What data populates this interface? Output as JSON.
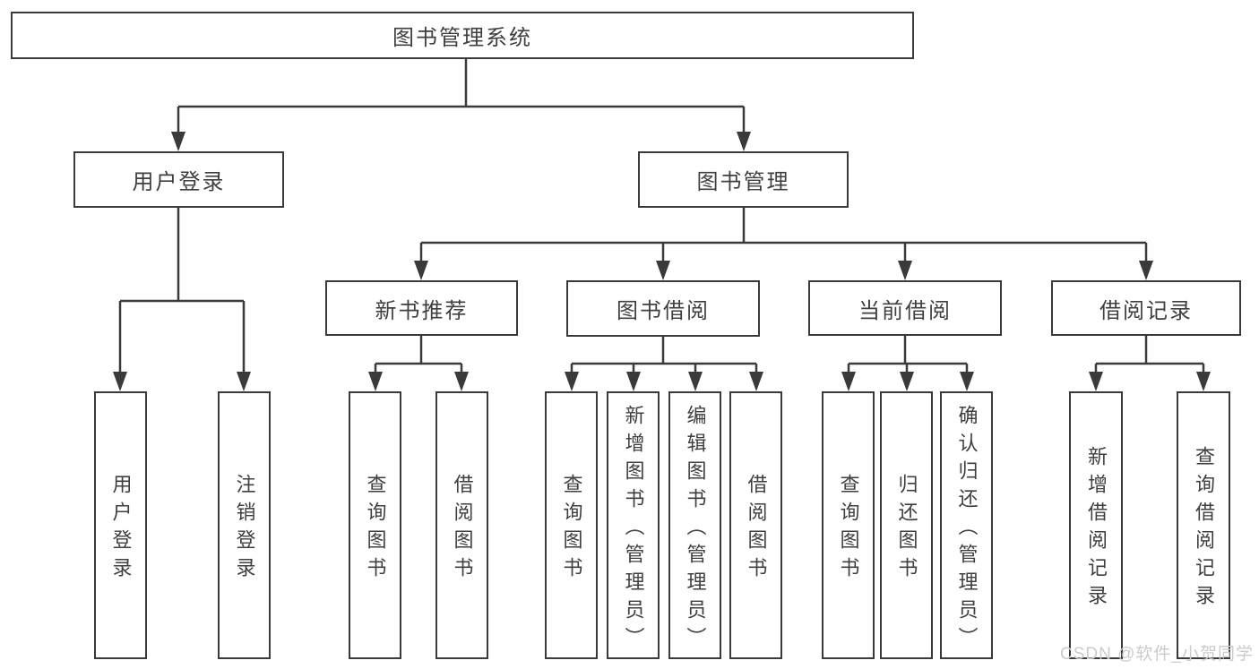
{
  "diagram": {
    "root": {
      "label": "图书管理系统"
    },
    "branches": [
      {
        "label": "用户登录",
        "children": [
          {
            "label": "用户登录"
          },
          {
            "label": "注销登录"
          }
        ]
      },
      {
        "label": "图书管理",
        "groups": [
          {
            "label": "新书推荐",
            "children": [
              {
                "label": "查询图书"
              },
              {
                "label": "借阅图书"
              }
            ]
          },
          {
            "label": "图书借阅",
            "children": [
              {
                "label": "查询图书"
              },
              {
                "label": "新增图书（管理员）"
              },
              {
                "label": "编辑图书（管理员）"
              },
              {
                "label": "借阅图书"
              }
            ]
          },
          {
            "label": "当前借阅",
            "children": [
              {
                "label": "查询图书"
              },
              {
                "label": "归还图书"
              },
              {
                "label": "确认归还（管理员）"
              }
            ]
          },
          {
            "label": "借阅记录",
            "children": [
              {
                "label": "新增借阅记录"
              },
              {
                "label": "查询借阅记录"
              }
            ]
          }
        ]
      }
    ],
    "watermark": "CSDN @软件_小贺同学",
    "colors": {
      "line": "#3a3a3a",
      "text": "#3f3f3f",
      "box_fill": "#ffffff",
      "watermark": "#cbcbcb"
    }
  }
}
